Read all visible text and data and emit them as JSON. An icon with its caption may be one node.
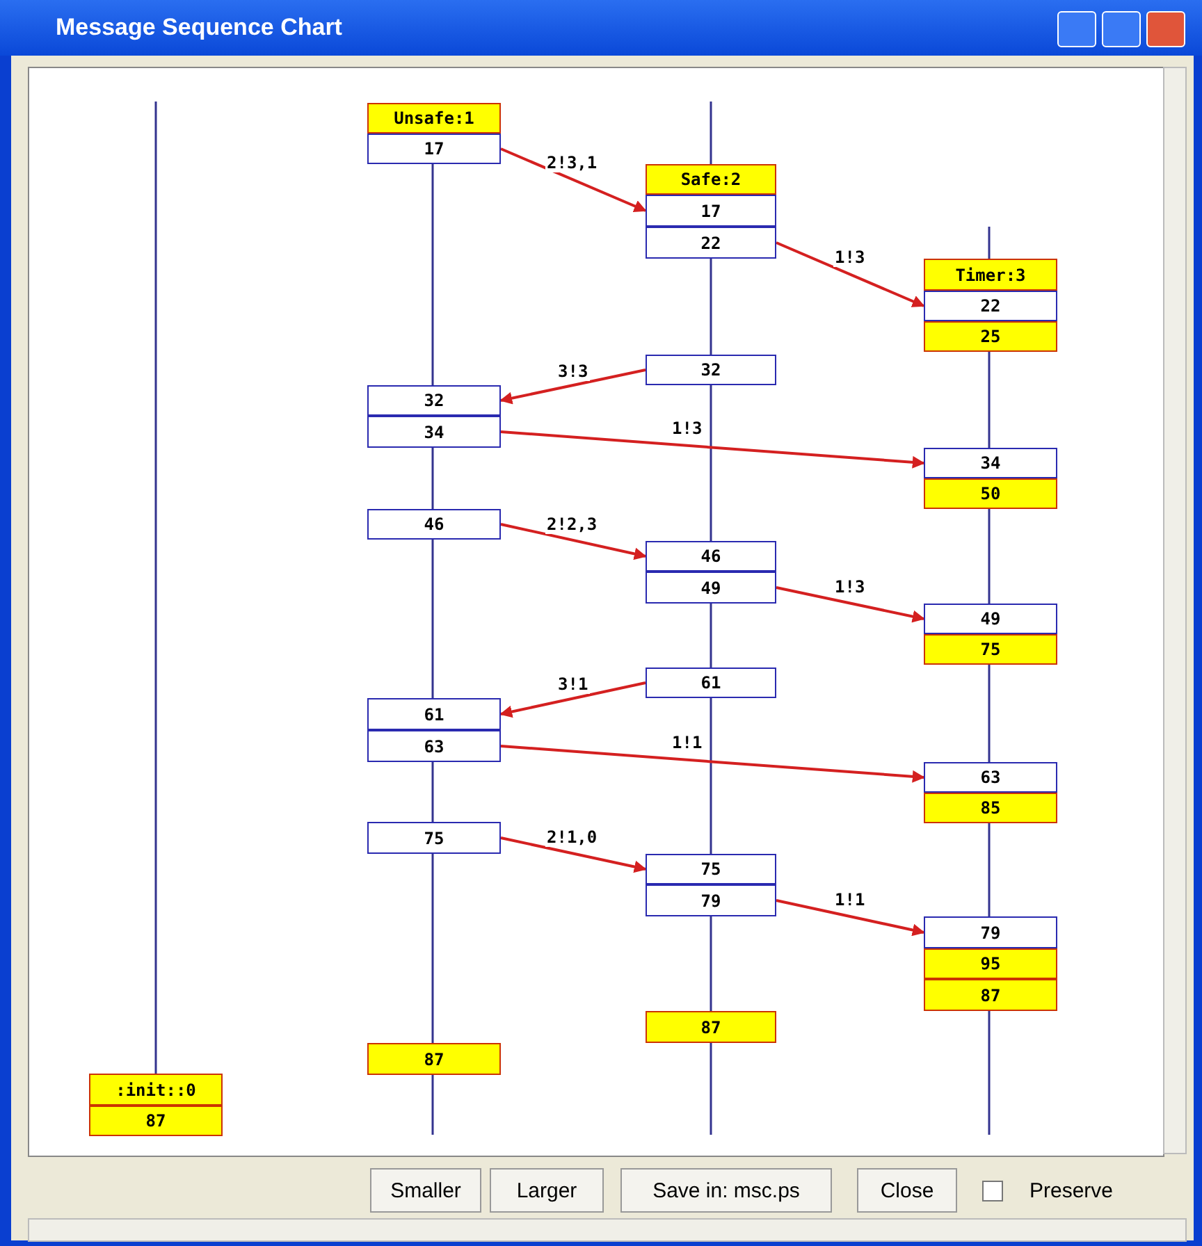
{
  "diagram": {
    "title": "Message Sequence Chart",
    "nodes": [
      {
        "text": [
          "Unsafe:1"
        ]
      },
      {
        "text": [
          "17"
        ]
      },
      {
        "text": [
          "Safe:2"
        ]
      },
      {
        "text": [
          "17"
        ]
      },
      {
        "text": [
          "22"
        ]
      },
      {
        "text": [
          "Timer:3"
        ]
      },
      {
        "text": [
          "22"
        ]
      },
      {
        "text": [
          "25"
        ]
      },
      {
        "text": [
          "32"
        ]
      },
      {
        "text": [
          "32"
        ]
      },
      {
        "text": [
          "34"
        ]
      },
      {
        "text": [
          "34"
        ]
      },
      {
        "text": [
          "50"
        ]
      },
      {
        "text": [
          "46"
        ]
      },
      {
        "text": [
          "46"
        ]
      },
      {
        "text": [
          "49"
        ]
      },
      {
        "text": [
          "49"
        ]
      },
      {
        "text": [
          "75"
        ]
      },
      {
        "text": [
          "61"
        ]
      },
      {
        "text": [
          "61"
        ]
      },
      {
        "text": [
          "63"
        ]
      },
      {
        "text": [
          "63"
        ]
      },
      {
        "text": [
          "85"
        ]
      },
      {
        "text": [
          "75"
        ]
      },
      {
        "text": [
          "75"
        ]
      },
      {
        "text": [
          "79"
        ]
      },
      {
        "text": [
          "79"
        ]
      },
      {
        "text": [
          "95"
        ]
      },
      {
        "text": [
          "87"
        ]
      },
      {
        "text": [
          "87"
        ]
      },
      {
        "text": [
          "87"
        ]
      },
      {
        "text": [
          ":init::0"
        ]
      },
      {
        "text": [
          "87"
        ]
      }
    ],
    "edges": [
      {
        "from": 1,
        "to": 3,
        "arrow": "to",
        "label": "2!3,1"
      },
      {
        "from": 4,
        "to": 6,
        "arrow": "to",
        "label": "1!3"
      },
      {
        "from": 8,
        "to": 9,
        "arrow": "to",
        "label": "3!3"
      },
      {
        "from": 10,
        "to": 11,
        "arrow": "to",
        "label": "1!3"
      },
      {
        "from": 13,
        "to": 14,
        "arrow": "to",
        "label": "2!2,3"
      },
      {
        "from": 15,
        "to": 16,
        "arrow": "to",
        "label": "1!3"
      },
      {
        "from": 18,
        "to": 19,
        "arrow": "to",
        "label": "3!1"
      },
      {
        "from": 20,
        "to": 21,
        "arrow": "to",
        "label": "1!1"
      },
      {
        "from": 23,
        "to": 24,
        "arrow": "to",
        "label": "2!1,0"
      },
      {
        "from": 25,
        "to": 26,
        "arrow": "to",
        "label": "1!1"
      }
    ],
    "labels": [
      "Smaller",
      "Larger",
      "Save in: msc.ps",
      "Close",
      "Preserve"
    ]
  }
}
